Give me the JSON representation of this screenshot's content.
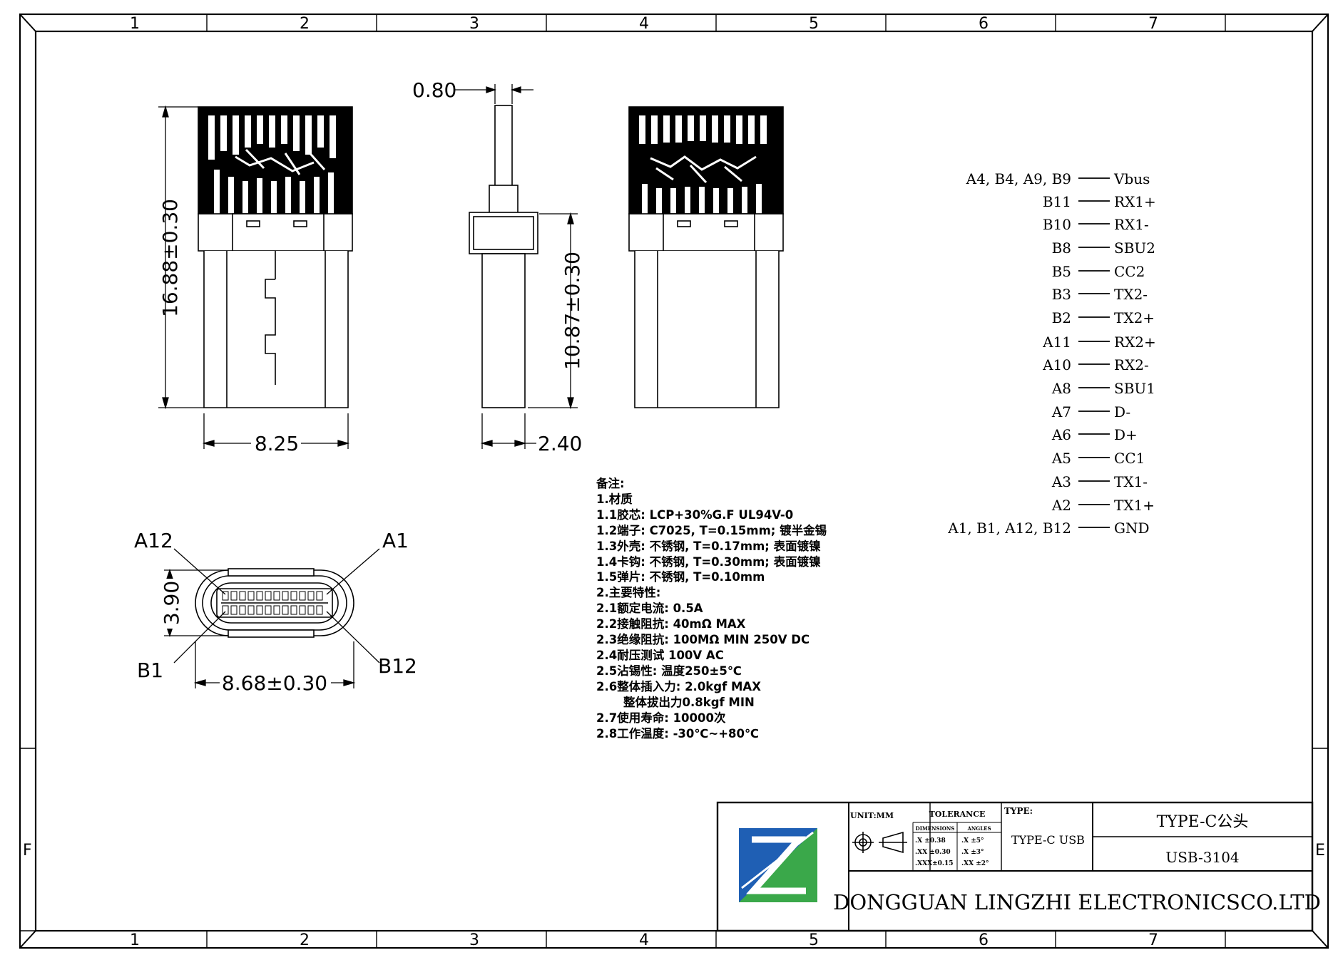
{
  "zones": {
    "columns": [
      "1",
      "2",
      "3",
      "4",
      "5",
      "6",
      "7"
    ],
    "rows": [
      "F",
      "E"
    ]
  },
  "dimensions": {
    "top_height": "16.88±0.30",
    "top_width": "8.25",
    "side_thickness": "0.80",
    "side_height": "10.87±0.30",
    "side_width": "2.40",
    "end_height": "3.90",
    "end_width": "8.68±0.30"
  },
  "end_view_labels": {
    "a12": "A12",
    "a1": "A1",
    "b1": "B1",
    "b12": "B12"
  },
  "pinout": [
    {
      "pins": "A4, B4, A9, B9",
      "signal": "Vbus"
    },
    {
      "pins": "B11",
      "signal": "RX1+"
    },
    {
      "pins": "B10",
      "signal": "RX1-"
    },
    {
      "pins": "B8",
      "signal": "SBU2"
    },
    {
      "pins": "B5",
      "signal": "CC2"
    },
    {
      "pins": "B3",
      "signal": "TX2-"
    },
    {
      "pins": "B2",
      "signal": "TX2+"
    },
    {
      "pins": "A11",
      "signal": "RX2+"
    },
    {
      "pins": "A10",
      "signal": "RX2-"
    },
    {
      "pins": "A8",
      "signal": "SBU1"
    },
    {
      "pins": "A7",
      "signal": "D-"
    },
    {
      "pins": "A6",
      "signal": "D+"
    },
    {
      "pins": "A5",
      "signal": "CC1"
    },
    {
      "pins": "A3",
      "signal": "TX1-"
    },
    {
      "pins": "A2",
      "signal": "TX1+"
    },
    {
      "pins": "A1, B1, A12, B12",
      "signal": "GND"
    }
  ],
  "notes": [
    "备注:",
    "1.材质",
    "1.1胶芯: LCP+30%G.F UL94V-0",
    "1.2端子: C7025, T=0.15mm; 镀半金锡",
    "1.3外壳: 不锈钢, T=0.17mm; 表面镀镍",
    "1.4卡钩: 不锈钢, T=0.30mm; 表面镀镍",
    "1.5弹片: 不锈钢, T=0.10mm",
    "2.主要特性:",
    "2.1额定电流: 0.5A",
    "2.2接触阻抗: 40mΩ MAX",
    "2.3绝缘阻抗: 100MΩ MIN 250V DC",
    "2.4耐压测试 100V AC",
    "2.5沾锡性: 温度250±5℃",
    "2.6整体插入力: 2.0kgf MAX",
    "整体拔出力0.8kgf MIN",
    "2.7使用寿命: 10000次",
    "2.8工作温度: -30℃~+80℃"
  ],
  "title_block": {
    "unit": "UNIT:MM",
    "tolerance_title": "TOLERANCE",
    "dimensions_header": "DIMENSIONS",
    "angles_header": "ANGLES",
    "dim_rows": [
      ".X ±0.38",
      ".XX ±0.30",
      ".XXX±0.15"
    ],
    "angle_rows": [
      ".X ±5°",
      ".X ±3°",
      ".XX ±2°"
    ],
    "type_label": "TYPE:",
    "type_value": "TYPE-C USB",
    "product_name": "TYPE-C公头",
    "part_number": "USB-3104",
    "company": "DONGGUAN LINGZHI ELECTRONICSCO.LTD"
  },
  "colors": {
    "ink": "#000000",
    "logo_blue": "#1f5fb4",
    "logo_green": "#3aa84a"
  },
  "icons": [
    "first-angle-projection-icon",
    "company-logo-icon"
  ]
}
